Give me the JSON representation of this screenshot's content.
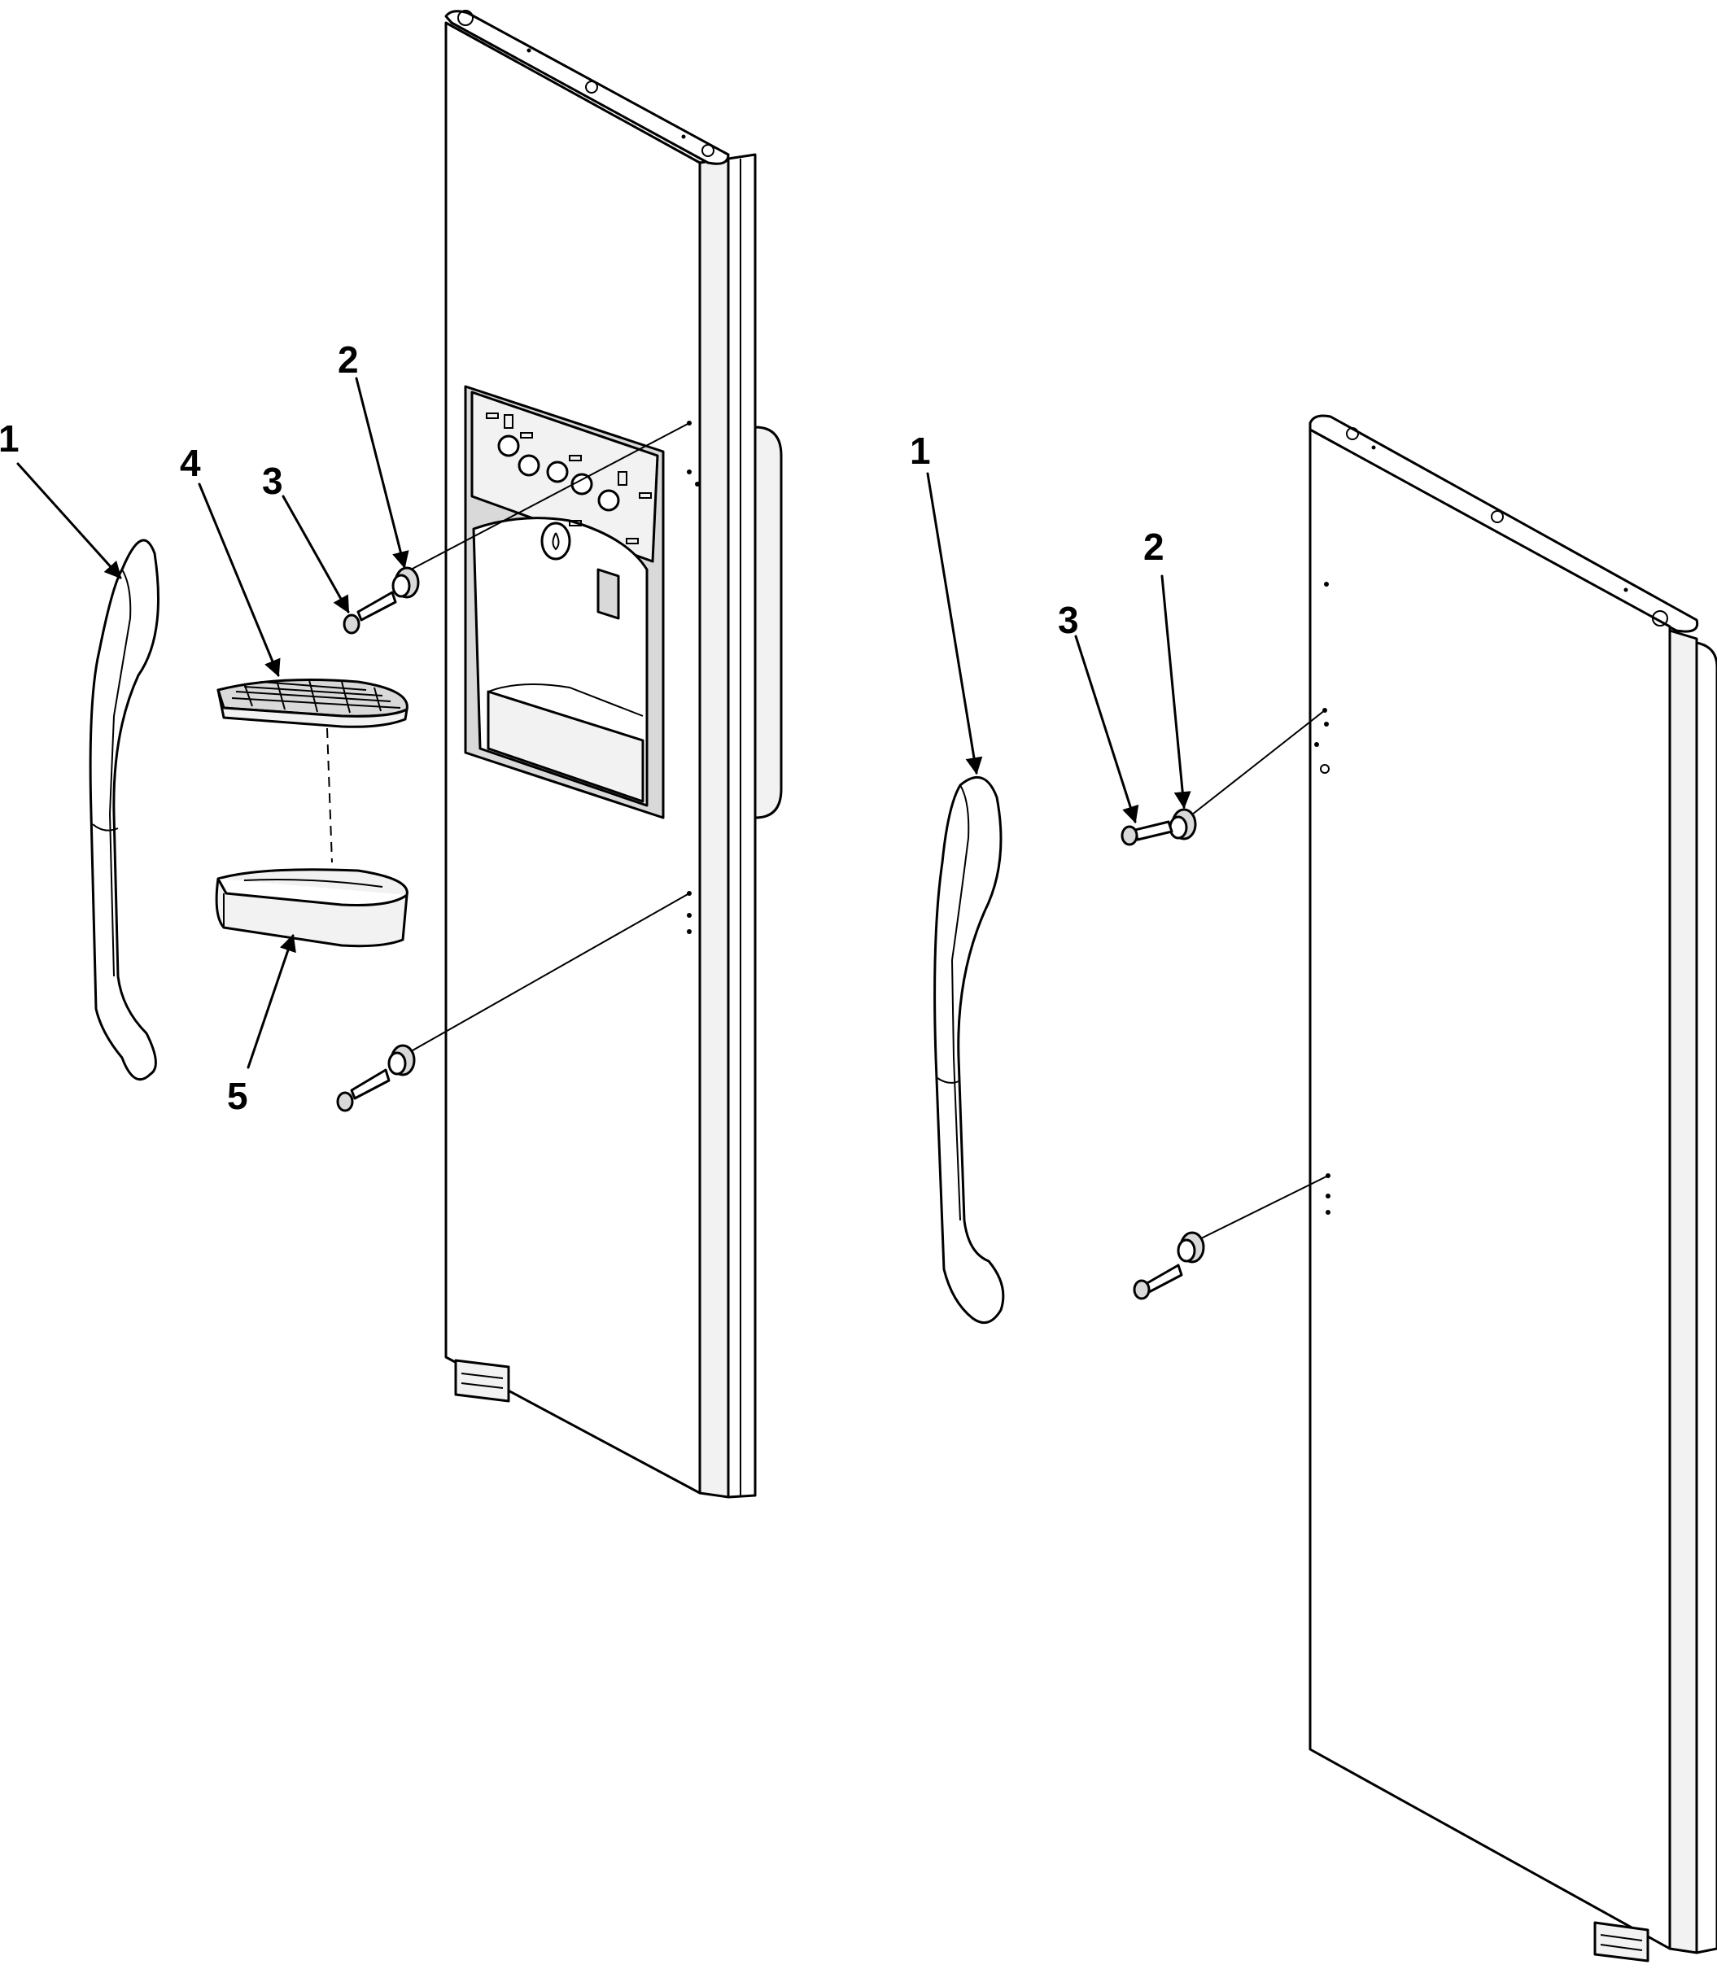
{
  "callouts": {
    "left_handle": "1",
    "left_spacer": "2",
    "left_screw": "3",
    "drip_grille": "4",
    "drip_tray": "5",
    "right_handle": "1",
    "right_spacer": "2",
    "right_screw": "3"
  }
}
